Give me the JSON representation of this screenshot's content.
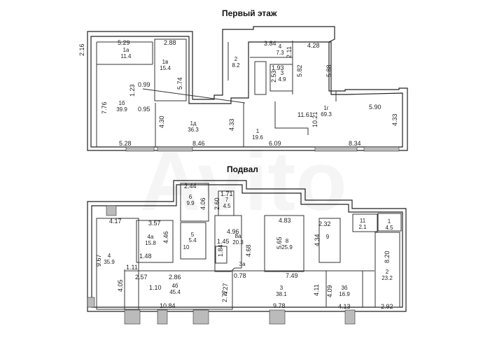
{
  "titles": {
    "first_floor": "Первый этаж",
    "basement": "Подвал"
  },
  "first_floor": {
    "rooms": [
      {
        "number": "1а",
        "area": "11.4"
      },
      {
        "number": "1в",
        "area": "15.4"
      },
      {
        "number": "1б",
        "area": "39.9"
      },
      {
        "number": "1д",
        "area": "36.3"
      },
      {
        "number": "2",
        "area": "8.2"
      },
      {
        "number": "4",
        "area": "7.3"
      },
      {
        "number": "3",
        "area": "4.9"
      },
      {
        "number": "1г",
        "area": "69.3"
      },
      {
        "number": "1",
        "area": "19.6"
      }
    ],
    "dimensions": [
      "5.29",
      "2.16",
      "2.88",
      "5.74",
      "0.99",
      "1.23",
      "7.76",
      "0.95",
      "4.30",
      "5.28",
      "8.46",
      "3.84",
      "2.11",
      "4.28",
      "1.93",
      "2.53",
      "5.82",
      "5.88",
      "11.61",
      "10.21",
      "5.90",
      "4.33",
      "4.33",
      "6.09",
      "8.34"
    ]
  },
  "basement": {
    "rooms": [
      {
        "number": "6",
        "area": "9.9"
      },
      {
        "number": "7",
        "area": "4.5"
      },
      {
        "number": "4а",
        "area": "15.8"
      },
      {
        "number": "4",
        "area": "35.9"
      },
      {
        "number": "5",
        "area": "5.4"
      },
      {
        "number": "10",
        "area": ""
      },
      {
        "number": "8а",
        "area": "20.3"
      },
      {
        "number": "4б",
        "area": "45.4"
      },
      {
        "number": "8",
        "area": "25.9"
      },
      {
        "number": "9",
        "area": ""
      },
      {
        "number": "11",
        "area": "2.1"
      },
      {
        "number": "1",
        "area": "4.5"
      },
      {
        "number": "2",
        "area": "23.2"
      },
      {
        "number": "3",
        "area": "38.1"
      },
      {
        "number": "3б",
        "area": "16.9"
      },
      {
        "number": "3а",
        "area": ""
      }
    ],
    "dimensions": [
      "2.44",
      "4.06",
      "1.71",
      "2.60",
      "4.17",
      "3.57",
      "4.46",
      "9.67",
      "1.48",
      "1.11",
      "4.96",
      "1.45",
      "1.84",
      "4.68",
      "2.57",
      "2.86",
      "1.10",
      "4.05",
      "4.27",
      "10.84",
      "4.83",
      "5.65",
      "2.32",
      "4.34",
      "8.20",
      "2.92",
      "7.49",
      "4.11",
      "9.78",
      "4.09",
      "4.13",
      "0.78",
      "2.77"
    ]
  },
  "watermark": "Avito"
}
